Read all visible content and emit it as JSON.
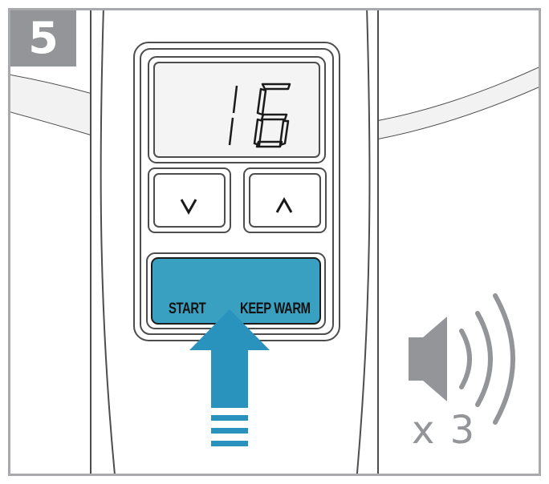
{
  "step": {
    "number": "5"
  },
  "display": {
    "value": "16"
  },
  "buttons": {
    "down_label": "∨",
    "up_label": "∧",
    "start_label": "START",
    "keep_warm_label": "KEEP WARM"
  },
  "sound": {
    "repeat": "x 3",
    "icon": "speaker-with-sound-waves"
  },
  "colors": {
    "accent_blue": "#3aa0c2",
    "arrow_blue": "#2a93bd",
    "frame_gray": "#a7a9ac",
    "badge_gray": "#939598"
  }
}
